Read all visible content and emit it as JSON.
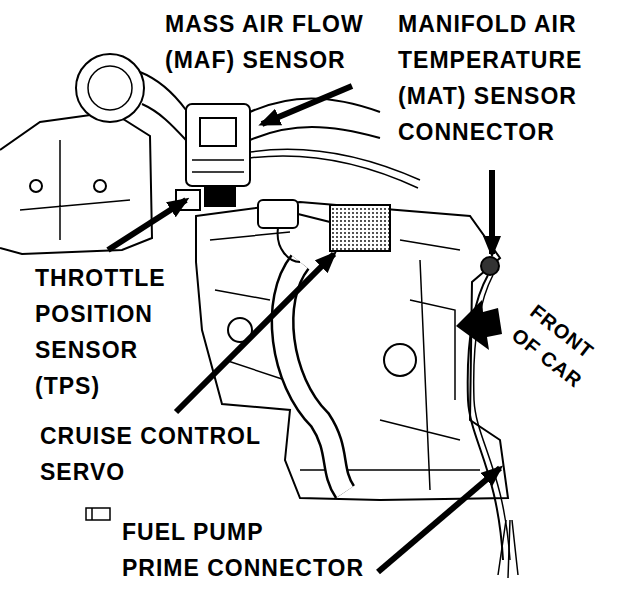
{
  "diagram": {
    "labels": [
      "MASS AIR FLOW (MAF) SENSOR",
      "MANIFOLD AIR TEMPERATURE (MAT) SENSOR CONNECTOR",
      "THROTTLE POSITION SENSOR (TPS)",
      "FRONT OF CAR",
      "CRUISE CONTROL SERVO",
      "FUEL PUMP PRIME CONNECTOR"
    ]
  }
}
